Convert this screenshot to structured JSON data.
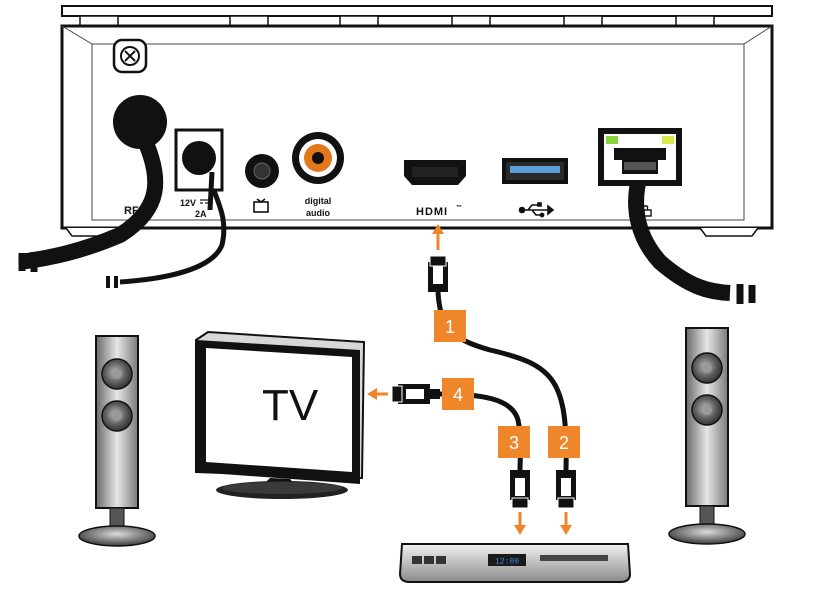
{
  "device": {
    "ports": {
      "rf": "RF",
      "power_line1": "12V",
      "power_line2": "2A",
      "digital_audio_line1": "digital",
      "digital_audio_line2": "audio",
      "hdmi": "HDMI",
      "hdmi_tm": "™"
    }
  },
  "tv": {
    "label": "TV"
  },
  "steps": [
    "1",
    "2",
    "3",
    "4"
  ],
  "receiver": {
    "display": "12:00"
  },
  "colors": {
    "accent": "#F0862A",
    "cable": "#111111",
    "device_fill": "#FFFFFF",
    "outline": "#111111",
    "green_led": "#8BD43F",
    "yellow_led": "#D9E84A"
  },
  "icons": [
    "screw-icon",
    "tv-icon",
    "usb-icon",
    "ethernet-icon"
  ]
}
